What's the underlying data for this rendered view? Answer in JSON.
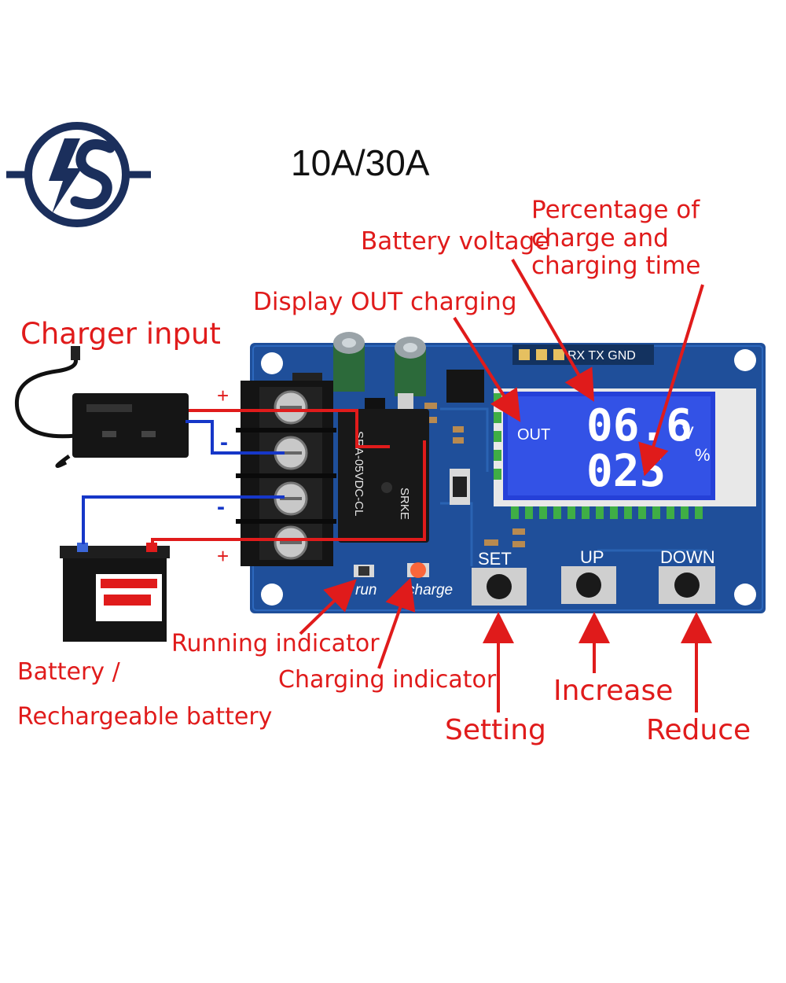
{
  "header": {
    "title": "10A/30A"
  },
  "colors": {
    "callout": "#e01b1b",
    "pcb": "#1f4f9a",
    "lcd": "#2540d8",
    "logo": "#1b2f5c",
    "wire_red": "#e01b1b",
    "wire_blue": "#1637c8"
  },
  "callouts": {
    "charger_input": "Charger input",
    "display_out": "Display OUT charging",
    "battery_voltage": "Battery voltage",
    "percentage": "Percentage of charge and charging time",
    "running_indicator": "Running indicator",
    "charging_indicator": "Charging indicator",
    "battery_line1": "Battery /",
    "battery_line2": "Rechargeable battery",
    "setting": "Setting",
    "increase": "Increase",
    "reduce": "Reduce"
  },
  "board": {
    "header_pins": "RX TX GND",
    "relay_text": "SRA-05VDC-CL",
    "led_run": "run",
    "led_charge": "charge",
    "btn_set": "SET",
    "btn_up": "UP",
    "btn_down": "DOWN",
    "terminal_plus_top": "+",
    "terminal_minus_top": "-",
    "terminal_minus_bottom": "-",
    "terminal_plus_bottom": "+"
  },
  "lcd": {
    "out_label": "OUT",
    "voltage_value": "06.6",
    "voltage_unit": "V",
    "percent_value": "025",
    "percent_unit": "%"
  },
  "icons": [
    "logo-lightning-s-icon",
    "charger-adapter-icon",
    "battery-icon"
  ]
}
